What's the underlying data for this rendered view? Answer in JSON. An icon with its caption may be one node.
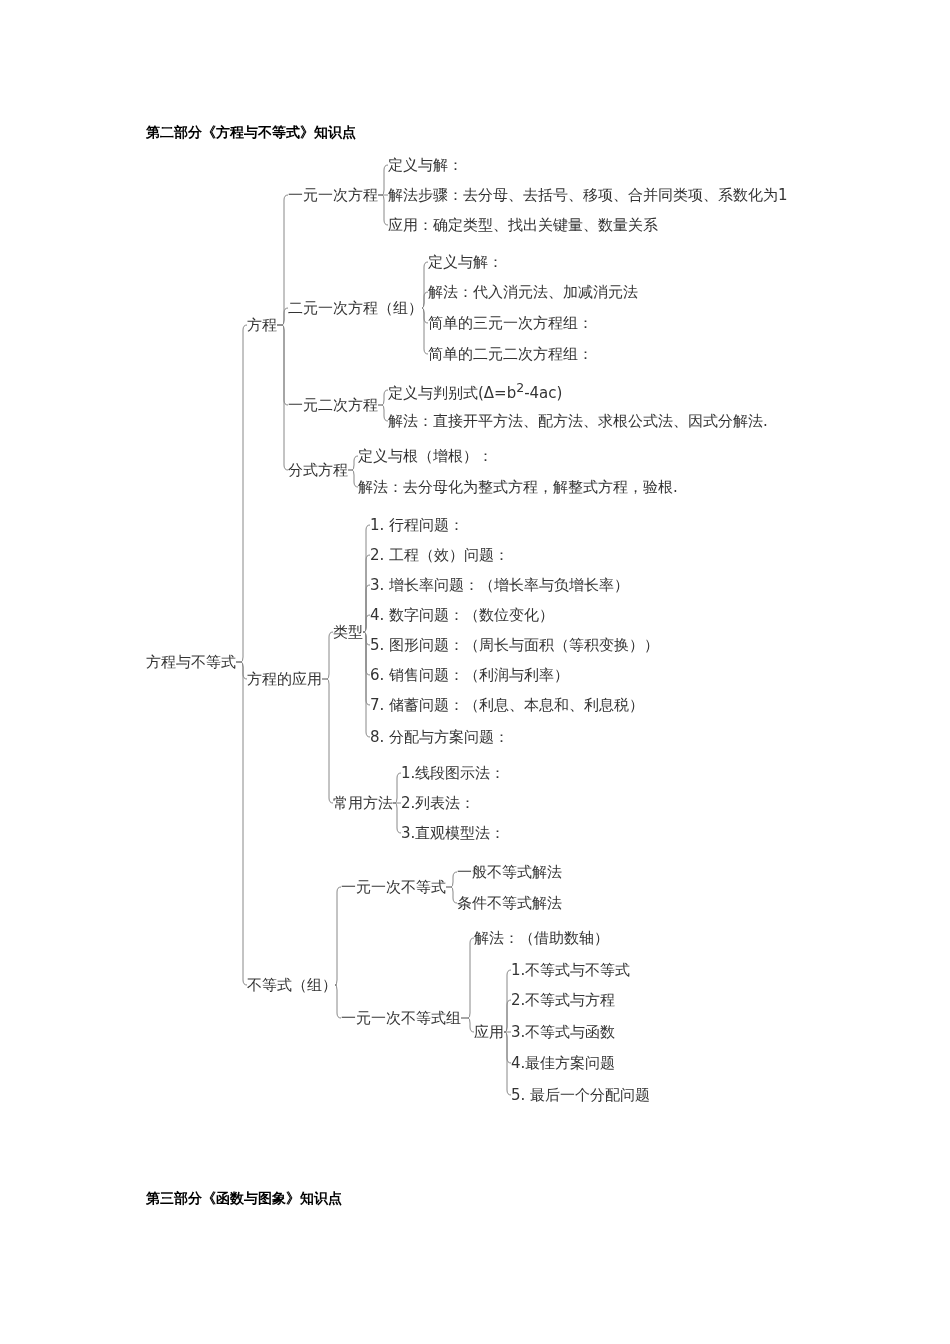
{
  "diagram": {
    "title": "第二部分《方程与不等式》知识点",
    "nodes": [
      {
        "text": [
          "方程与不等式"
        ]
      },
      {
        "text": [
          "方程"
        ]
      },
      {
        "text": [
          "一元一次方程"
        ]
      },
      {
        "text": [
          "定义与解："
        ]
      },
      {
        "text": [
          "解法步骤：去分母、去括号、移项、合并同类项、系数化为1"
        ]
      },
      {
        "text": [
          "应用：确定类型、找出关键量、数量关系"
        ]
      },
      {
        "text": [
          "二元一次方程（组）"
        ]
      },
      {
        "text": [
          "定义与解："
        ]
      },
      {
        "text": [
          "解法：代入消元法、加减消元法"
        ]
      },
      {
        "text": [
          "简单的三元一次方程组："
        ]
      },
      {
        "text": [
          "简单的二元二次方程组："
        ]
      },
      {
        "text": [
          "一元二次方程"
        ]
      },
      {
        "text": [
          "定义与判别式(Δ=b$^{2}$-4ac)"
        ]
      },
      {
        "text": [
          "解法：直接开平方法、配方法、求根公式法、因式分解法."
        ]
      },
      {
        "text": [
          "分式方程"
        ]
      },
      {
        "text": [
          "定义与根（增根）："
        ]
      },
      {
        "text": [
          "解法：去分母化为整式方程，解整式方程，验根."
        ]
      },
      {
        "text": [
          "方程的应用"
        ]
      },
      {
        "text": [
          "类型"
        ]
      },
      {
        "text": [
          "1. 行程问题："
        ]
      },
      {
        "text": [
          "2. 工程（效）问题："
        ]
      },
      {
        "text": [
          "3. 增长率问题：（增长率与负增长率）"
        ]
      },
      {
        "text": [
          "4. 数字问题：（数位变化）"
        ]
      },
      {
        "text": [
          "5. 图形问题：（周长与面积（等积变换））"
        ]
      },
      {
        "text": [
          "6. 销售问题：（利润与利率）"
        ]
      },
      {
        "text": [
          "7. 储蓄问题：（利息、本息和、利息税）"
        ]
      },
      {
        "text": [
          "8. 分配与方案问题："
        ]
      },
      {
        "text": [
          "常用方法"
        ]
      },
      {
        "text": [
          "1.线段图示法："
        ]
      },
      {
        "text": [
          "2.列表法："
        ]
      },
      {
        "text": [
          "3.直观模型法："
        ]
      },
      {
        "text": [
          "不等式（组）"
        ]
      },
      {
        "text": [
          "一元一次不等式"
        ]
      },
      {
        "text": [
          "一般不等式解法"
        ]
      },
      {
        "text": [
          "条件不等式解法"
        ]
      },
      {
        "text": [
          "一元一次不等式组"
        ]
      },
      {
        "text": [
          "解法：（借助数轴）"
        ]
      },
      {
        "text": [
          "应用"
        ]
      },
      {
        "text": [
          "1.不等式与不等式"
        ]
      },
      {
        "text": [
          "2.不等式与方程"
        ]
      },
      {
        "text": [
          "3.不等式与函数"
        ]
      },
      {
        "text": [
          "4.最佳方案问题"
        ]
      },
      {
        "text": [
          "5. 最后一个分配问题"
        ]
      }
    ],
    "edges": [
      {
        "from": 0,
        "to": 1,
        "arrow": "none"
      },
      {
        "from": 0,
        "to": 17,
        "arrow": "none"
      },
      {
        "from": 0,
        "to": 31,
        "arrow": "none"
      },
      {
        "from": 1,
        "to": 2,
        "arrow": "none"
      },
      {
        "from": 1,
        "to": 6,
        "arrow": "none"
      },
      {
        "from": 1,
        "to": 11,
        "arrow": "none"
      },
      {
        "from": 1,
        "to": 14,
        "arrow": "none"
      },
      {
        "from": 2,
        "to": 3,
        "arrow": "none"
      },
      {
        "from": 2,
        "to": 4,
        "arrow": "none"
      },
      {
        "from": 2,
        "to": 5,
        "arrow": "none"
      },
      {
        "from": 6,
        "to": 7,
        "arrow": "none"
      },
      {
        "from": 6,
        "to": 8,
        "arrow": "none"
      },
      {
        "from": 6,
        "to": 9,
        "arrow": "none"
      },
      {
        "from": 6,
        "to": 10,
        "arrow": "none"
      },
      {
        "from": 11,
        "to": 12,
        "arrow": "none"
      },
      {
        "from": 11,
        "to": 13,
        "arrow": "none"
      },
      {
        "from": 14,
        "to": 15,
        "arrow": "none"
      },
      {
        "from": 14,
        "to": 16,
        "arrow": "none"
      },
      {
        "from": 17,
        "to": 18,
        "arrow": "none"
      },
      {
        "from": 17,
        "to": 27,
        "arrow": "none"
      },
      {
        "from": 18,
        "to": 19,
        "arrow": "none"
      },
      {
        "from": 18,
        "to": 20,
        "arrow": "none"
      },
      {
        "from": 18,
        "to": 21,
        "arrow": "none"
      },
      {
        "from": 18,
        "to": 22,
        "arrow": "none"
      },
      {
        "from": 18,
        "to": 23,
        "arrow": "none"
      },
      {
        "from": 18,
        "to": 24,
        "arrow": "none"
      },
      {
        "from": 18,
        "to": 25,
        "arrow": "none"
      },
      {
        "from": 18,
        "to": 26,
        "arrow": "none"
      },
      {
        "from": 27,
        "to": 28,
        "arrow": "none"
      },
      {
        "from": 27,
        "to": 29,
        "arrow": "none"
      },
      {
        "from": 27,
        "to": 30,
        "arrow": "none"
      },
      {
        "from": 31,
        "to": 32,
        "arrow": "none"
      },
      {
        "from": 31,
        "to": 35,
        "arrow": "none"
      },
      {
        "from": 32,
        "to": 33,
        "arrow": "none"
      },
      {
        "from": 32,
        "to": 34,
        "arrow": "none"
      },
      {
        "from": 35,
        "to": 36,
        "arrow": "none"
      },
      {
        "from": 35,
        "to": 37,
        "arrow": "none"
      },
      {
        "from": 37,
        "to": 38,
        "arrow": "none"
      },
      {
        "from": 37,
        "to": 39,
        "arrow": "none"
      },
      {
        "from": 37,
        "to": 40,
        "arrow": "none"
      },
      {
        "from": 37,
        "to": 41,
        "arrow": "none"
      },
      {
        "from": 37,
        "to": 42,
        "arrow": "none"
      }
    ],
    "labels": [
      "第三部分《函数与图象》知识点"
    ]
  }
}
